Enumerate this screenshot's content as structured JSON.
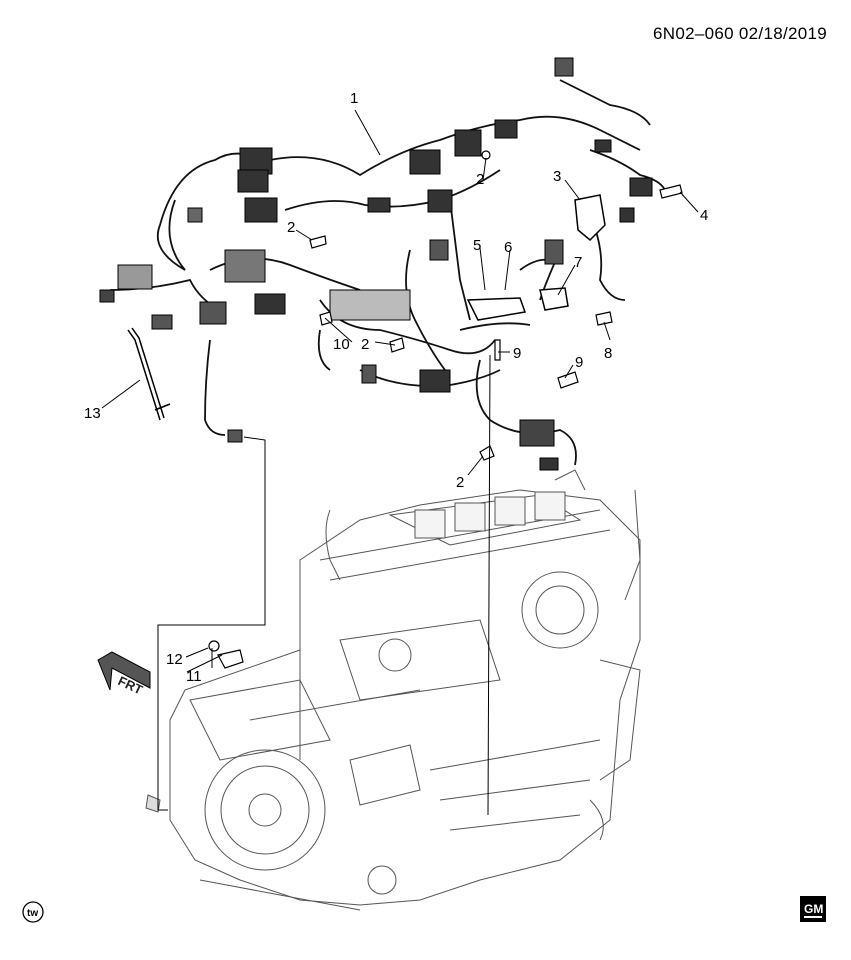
{
  "diagram": {
    "header_code": "6N02–060  02/18/2019",
    "front_arrow_label": "FRT",
    "corner_badge": "tw",
    "brand_mark": "GM"
  },
  "callouts": [
    "1",
    "2",
    "2",
    "2",
    "2",
    "3",
    "4",
    "5",
    "6",
    "7",
    "8",
    "9",
    "9",
    "10",
    "11",
    "12",
    "13"
  ],
  "icons": [
    "front-arrow-icon",
    "tw-badge-icon",
    "gm-logo-icon"
  ]
}
